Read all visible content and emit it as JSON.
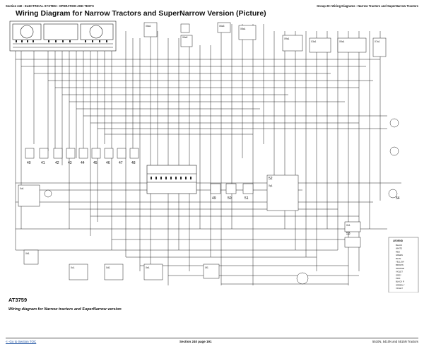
{
  "header": {
    "left": "Section 240 - ELECTRICAL SYSTEM - OPERATION AND TESTS",
    "right": "Group 20: Wiring Diagrams - Narrow Tractors and SuperNarrow Tractors"
  },
  "title": "Wiring Diagram for Narrow Tractors and SuperNarrow Version (Picture)",
  "figure_id": "AT3759",
  "caption": "Wiring diagram for Narrow tractors and SuperNarrow version",
  "footer": {
    "toc_link": "<- Go to Section TOC",
    "page": "Section 240 page 191",
    "models": "5510N, 5410N and 5515N Tractors"
  },
  "diagram": {
    "component_numbers": [
      "40",
      "41",
      "42",
      "43",
      "44",
      "45",
      "46",
      "47",
      "48",
      "49",
      "50",
      "51",
      "52",
      "53",
      "54"
    ],
    "connector_labels": [
      "X6a1",
      "X6a2",
      "X6a3",
      "X8a1",
      "X9a1",
      "X3a1",
      "X5a1",
      "X7a1",
      "Xa1",
      "Xb1",
      "Xc1",
      "Xd1",
      "Xe1",
      "Xf1",
      "Xg1",
      "Xh1"
    ],
    "legend_title": "LEGEND",
    "legend_items": [
      "BLACK",
      "WHITE",
      "RED",
      "GREEN",
      "BLUE",
      "YELLOW",
      "BROWN",
      "ORANGE",
      "VIOLET",
      "GREY",
      "PINK",
      "BLACK R",
      "GREEN Y",
      "VIOLET"
    ]
  }
}
